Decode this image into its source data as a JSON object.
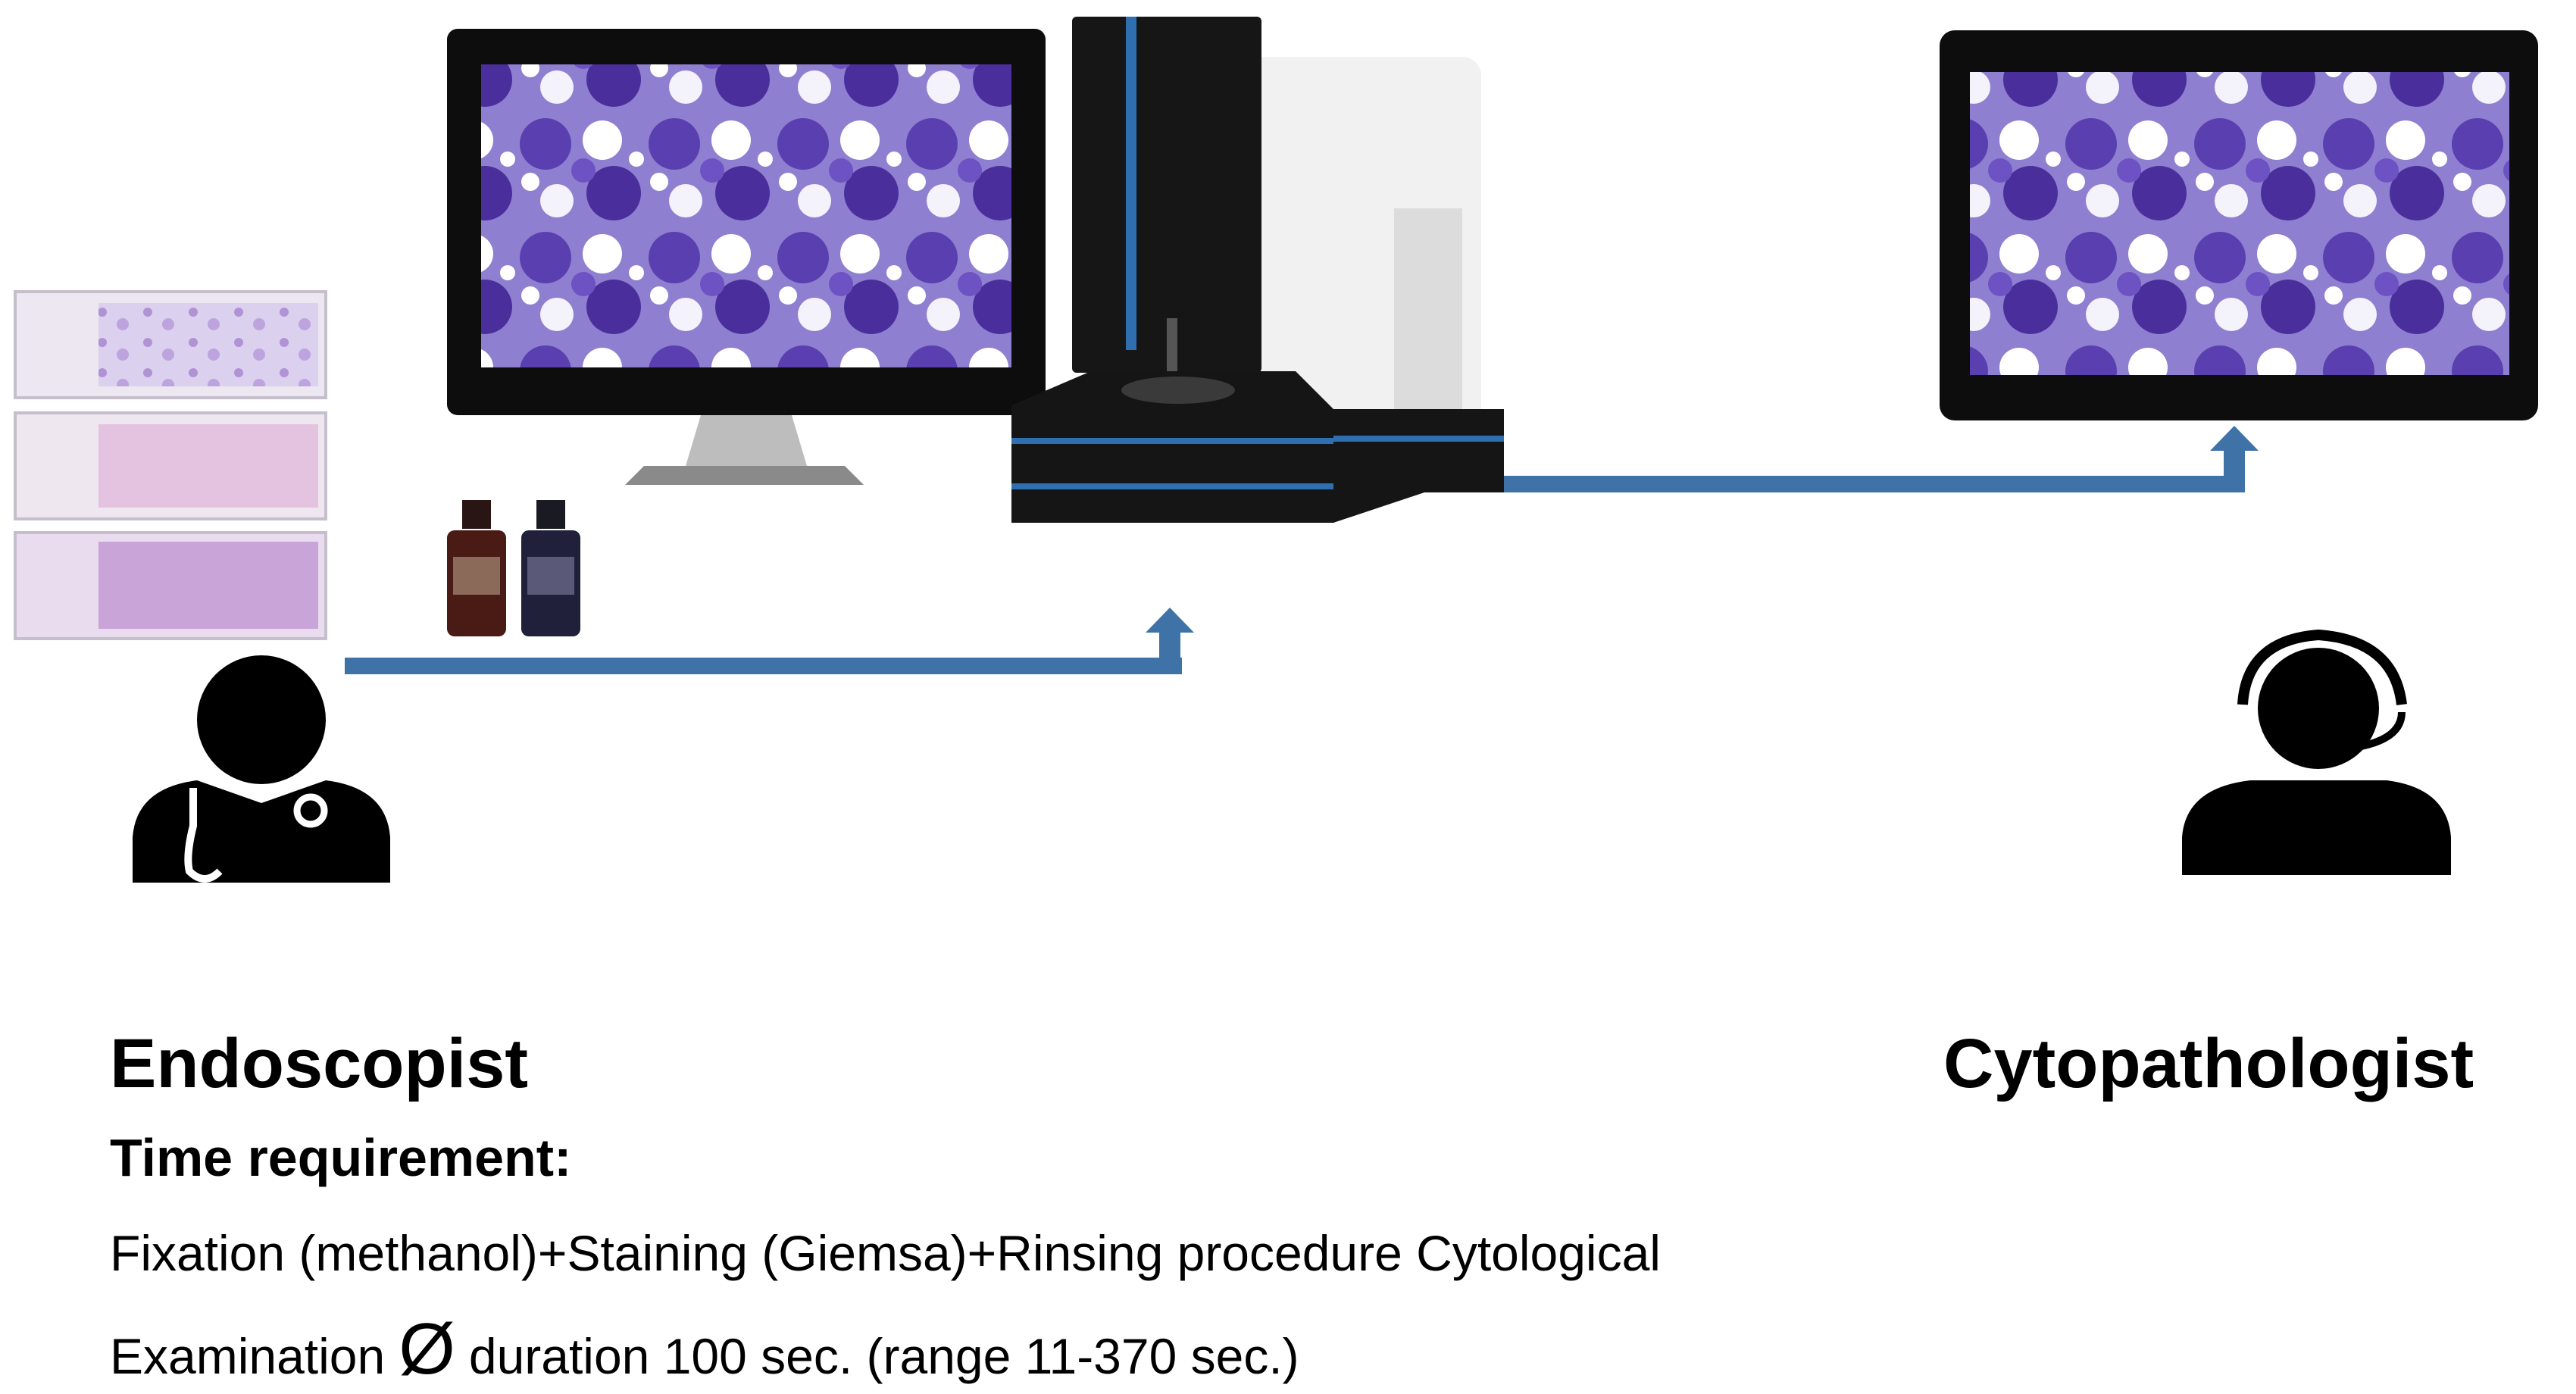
{
  "roles": {
    "endoscopist": "Endoscopist",
    "cytopathologist": "Cytopathologist"
  },
  "time_requirement": {
    "heading": "Time requirement:",
    "line1": "Fixation (methanol)+Staining (Giemsa)+Rinsing procedure Cytological",
    "line2_prefix": "Examination",
    "average_symbol": "Ø",
    "line2_suffix": "duration 100 sec. (range 11-370 sec.)"
  },
  "colors": {
    "arrow": "#3f73a8",
    "stain_purple": "#5b3fa8",
    "stain_light": "#cfc2ea",
    "device_black": "#151515",
    "accent_blue": "#2f6fb0"
  }
}
